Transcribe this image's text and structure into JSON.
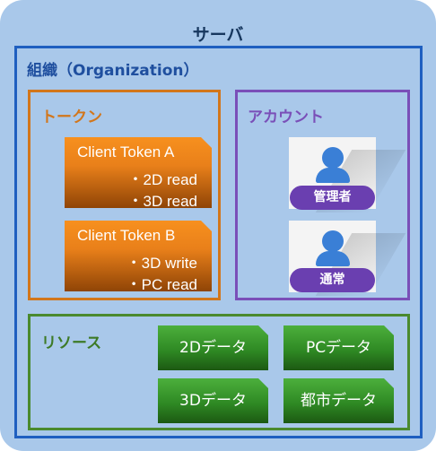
{
  "server": {
    "title": "サーバ",
    "fill": "#a9c8ea"
  },
  "organization": {
    "title": "組織（Organization）",
    "color": "#1f5fc0"
  },
  "tokens": {
    "title": "トークン",
    "color": "#d2761b",
    "items": [
      {
        "name": "Client Token A",
        "scopes": [
          "・2D read",
          "・3D read"
        ]
      },
      {
        "name": "Client Token B",
        "scopes": [
          "・3D write",
          "・PC read"
        ]
      }
    ]
  },
  "accounts": {
    "title": "アカウント",
    "color": "#7a4fb8",
    "items": [
      {
        "label": "管理者",
        "icon": "user-icon"
      },
      {
        "label": "通常",
        "icon": "user-icon"
      }
    ]
  },
  "resources": {
    "title": "リソース",
    "color": "#4a8a2e",
    "items": [
      "2Dデータ",
      "PCデータ",
      "3Dデータ",
      "都市データ"
    ]
  }
}
